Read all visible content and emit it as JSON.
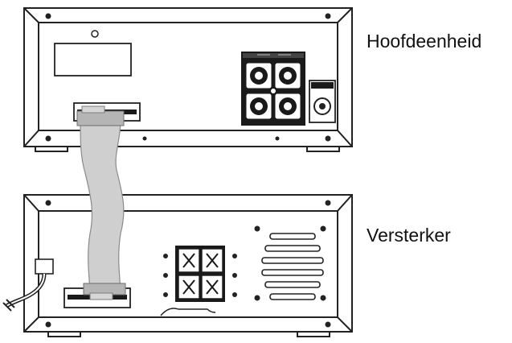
{
  "labels": {
    "main_unit": "Hoofdeenheid",
    "amplifier": "Versterker"
  },
  "colors": {
    "line": "#222222",
    "cable": "#cfcfcf",
    "cable_edge": "#8a8a8a",
    "port_fill": "#1a1a1a"
  },
  "icons": {
    "main_unit": "hifi-main-unit-rear-panel",
    "amplifier": "amplifier-rear-panel",
    "cable": "ribbon-cable"
  }
}
